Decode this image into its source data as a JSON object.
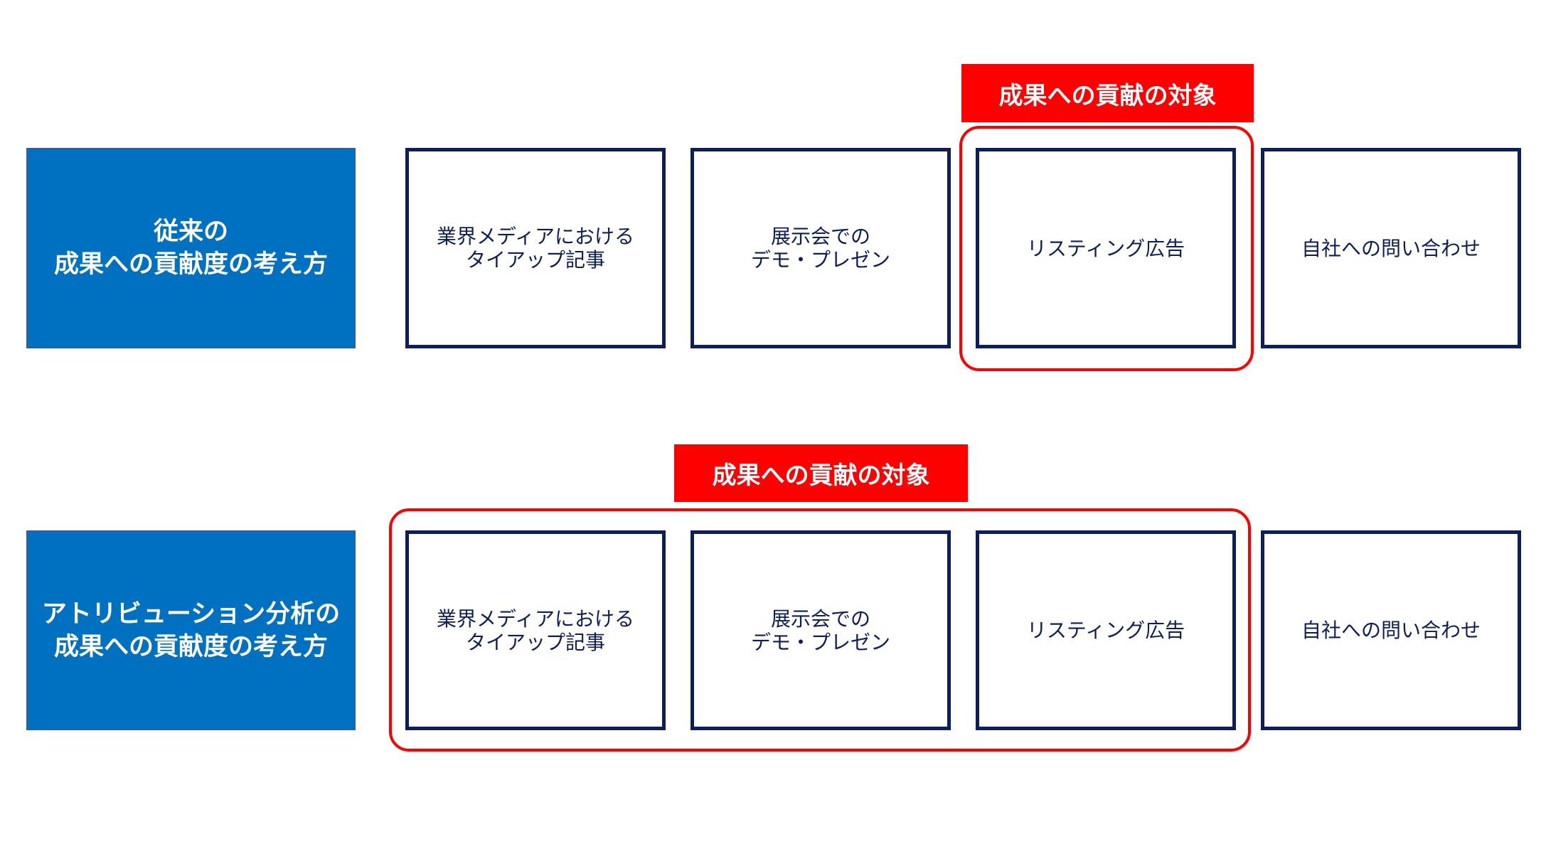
{
  "rows": [
    {
      "label": "従来の\n成果への貢献度の考え方",
      "tag": "成果への貢献の対象",
      "steps": [
        "業界メディアにおける\nタイアップ記事",
        "展示会での\nデモ・プレゼン",
        "リスティング広告",
        "自社への問い合わせ"
      ]
    },
    {
      "label": "アトリビューション分析の\n成果への貢献度の考え方",
      "tag": "成果への貢献の対象",
      "steps": [
        "業界メディアにおける\nタイアップ記事",
        "展示会での\nデモ・プレゼン",
        "リスティング広告",
        "自社への問い合わせ"
      ]
    }
  ],
  "colors": {
    "label_bg": "#0070c0",
    "step_border": "#0c1f5c",
    "highlight": "#ff0000"
  }
}
